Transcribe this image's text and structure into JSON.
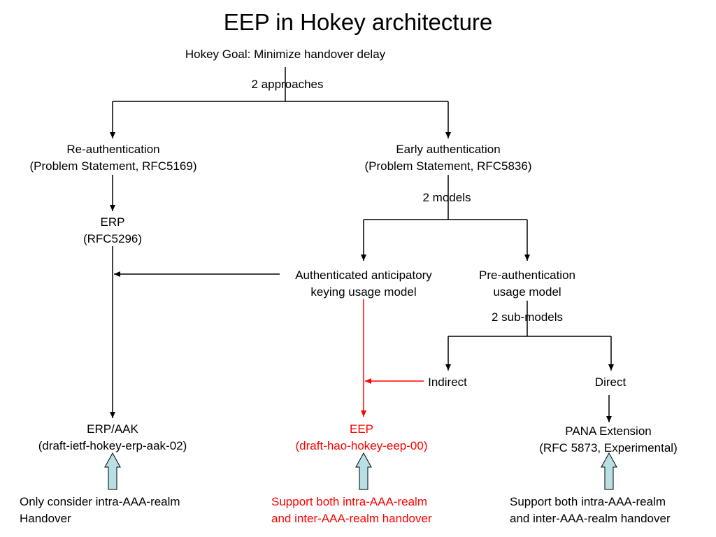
{
  "title": "EEP in Hokey architecture",
  "goal": "Hokey Goal: Minimize handover delay",
  "approaches_label": "2 approaches",
  "reauth": {
    "line1": "Re-authentication",
    "line2": "(Problem Statement, RFC5169)"
  },
  "early_auth": {
    "line1": "Early authentication",
    "line2": "(Problem Statement, RFC5836)"
  },
  "models_label": "2 models",
  "erp": {
    "line1": "ERP",
    "line2": "(RFC5296)"
  },
  "anticipatory": {
    "line1": "Authenticated anticipatory",
    "line2": "keying usage model"
  },
  "preauth": {
    "line1": "Pre-authentication",
    "line2": "usage model"
  },
  "submodels_label": "2 sub-models",
  "indirect": "Indirect",
  "direct": "Direct",
  "erp_aak": {
    "line1": "ERP/AAK",
    "line2": "(draft-ietf-hokey-erp-aak-02)"
  },
  "eep": {
    "line1": "EEP",
    "line2": "(draft-hao-hokey-eep-00)"
  },
  "pana": {
    "line1": "PANA Extension",
    "line2": "(RFC 5873, Experimental)"
  },
  "note_left": {
    "line1": "Only consider intra-AAA-realm",
    "line2": "Handover"
  },
  "note_middle": {
    "line1": "Support both intra-AAA-realm",
    "line2": "and inter-AAA-realm handover"
  },
  "note_right": {
    "line1": "Support both intra-AAA-realm",
    "line2": "and inter-AAA-realm handover"
  },
  "colors": {
    "line": "#000000",
    "highlight": "#ff0000",
    "block_arrow_fill": "#b8dfe6"
  }
}
